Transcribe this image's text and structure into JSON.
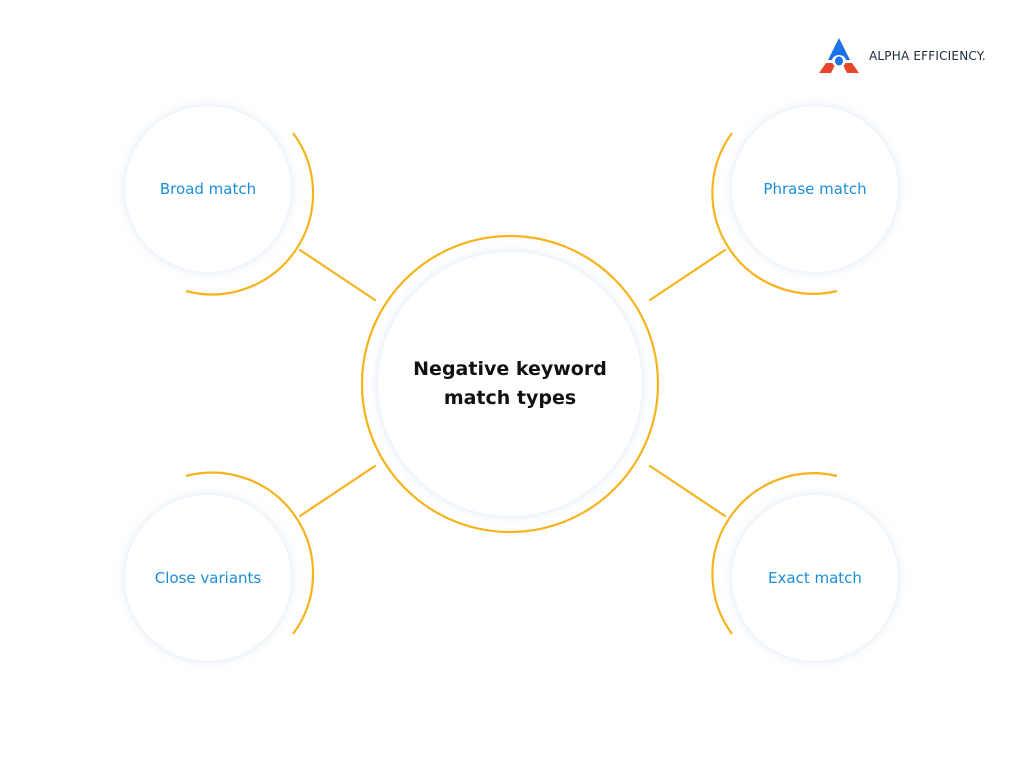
{
  "logo": {
    "icon": "alpha-efficiency-triangle-logo",
    "text": "ALPHA EFFICIENCY."
  },
  "center": {
    "line1": "Negative keyword",
    "line2": "match types"
  },
  "nodes": {
    "broad": "Broad match",
    "phrase": "Phrase match",
    "close": "Close variants",
    "exact": "Exact match"
  },
  "colors": {
    "accent": "#f5b31c",
    "label": "#1a8fd6",
    "title": "#111111",
    "logo_blue": "#1b73e8",
    "logo_red": "#e5462c"
  }
}
